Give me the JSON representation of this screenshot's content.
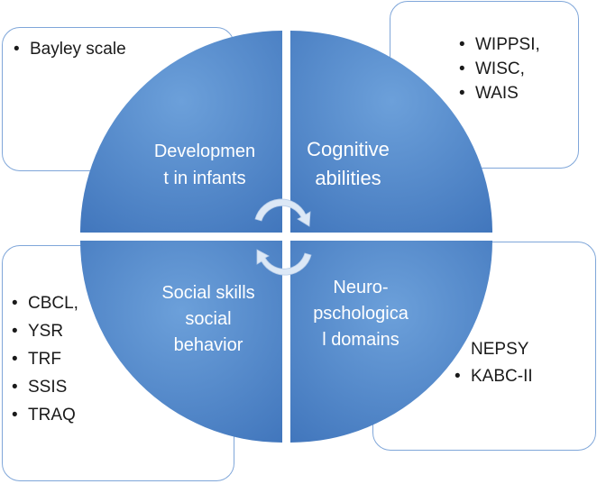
{
  "quadrants": {
    "top_left": {
      "label_lines": [
        "Developmen",
        "t in infants"
      ],
      "items": [
        "Bayley scale"
      ]
    },
    "top_right": {
      "label_lines": [
        "Cognitive",
        "abilities"
      ],
      "items": [
        "WIPPSI,",
        "WISC,",
        "WAIS"
      ]
    },
    "bottom_left": {
      "label_lines": [
        "Social skills",
        "social",
        "behavior"
      ],
      "items": [
        "CBCL,",
        "YSR",
        "TRF",
        "SSIS",
        "TRAQ"
      ]
    },
    "bottom_right": {
      "label_lines": [
        "Neuro-",
        "pschologica",
        "l domains"
      ],
      "items": [
        "NEPSY",
        "KABC-II"
      ]
    }
  },
  "colors": {
    "quadrant_fill_top": "#5f95d3",
    "quadrant_fill_bottom": "#4479bf",
    "box_border": "#7fa6d9",
    "arrow_fill": "#dce8f6"
  },
  "icons": [
    "cycle-arrows-icon"
  ]
}
